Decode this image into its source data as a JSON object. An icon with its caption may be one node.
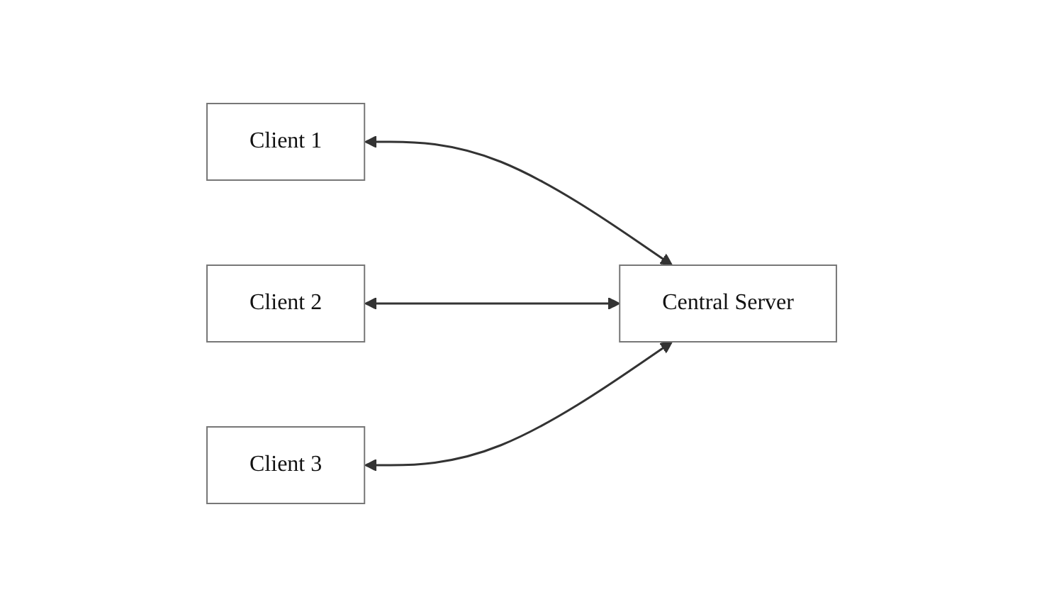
{
  "diagram": {
    "nodes": [
      {
        "text": [
          "Client 1"
        ]
      },
      {
        "text": [
          "Client 2"
        ]
      },
      {
        "text": [
          "Central Server"
        ]
      },
      {
        "text": [
          "Client 3"
        ]
      }
    ],
    "edges": [
      {
        "from": 0,
        "to": 2,
        "arrow": "both"
      },
      {
        "from": 1,
        "to": 2,
        "arrow": "both"
      },
      {
        "from": 3,
        "to": 2,
        "arrow": "both"
      }
    ]
  }
}
